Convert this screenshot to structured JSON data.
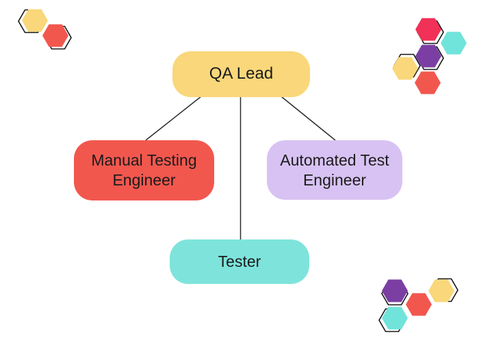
{
  "background": "#FFFFFF",
  "diagram": {
    "type": "org-chart",
    "text_color": "#1B1B1B",
    "edge_color": "#2A2A2A",
    "nodes": [
      {
        "id": "qa-lead",
        "label": "QA Lead",
        "color": "#F9D77A"
      },
      {
        "id": "manual-testing-engineer",
        "label": "Manual Testing Engineer",
        "color": "#F2574E"
      },
      {
        "id": "automated-test-engineer",
        "label": "Automated Test Engineer",
        "color": "#D8C2F3"
      },
      {
        "id": "tester",
        "label": "Tester",
        "color": "#7EE4DB"
      }
    ],
    "edges": [
      {
        "from": "qa-lead",
        "to": "manual-testing-engineer"
      },
      {
        "from": "qa-lead",
        "to": "tester"
      },
      {
        "from": "qa-lead",
        "to": "automated-test-engineer"
      }
    ]
  },
  "decorations": {
    "outline_color": "#151515",
    "palette": {
      "yellow": "#F9D77A",
      "red": "#F2574E",
      "pink": "#F13157",
      "purple": "#7B3FA4",
      "teal": "#70E3DA"
    },
    "clusters": [
      {
        "position": "top-left",
        "hexagons": [
          "yellow",
          "red"
        ]
      },
      {
        "position": "top-right",
        "hexagons": [
          "pink",
          "teal",
          "purple",
          "yellow",
          "red"
        ]
      },
      {
        "position": "bottom-right",
        "hexagons": [
          "purple",
          "yellow",
          "red",
          "teal"
        ]
      }
    ]
  }
}
